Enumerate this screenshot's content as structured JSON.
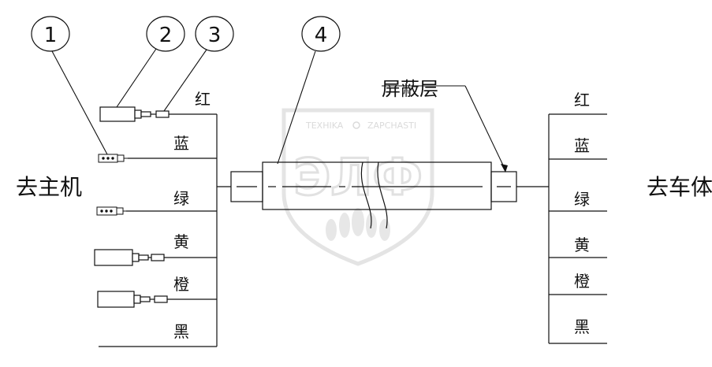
{
  "callouts": [
    "1",
    "2",
    "3",
    "4"
  ],
  "shield_label": "屏蔽层",
  "left_label": "去主机",
  "right_label": "去车体",
  "left_wires": [
    "红",
    "蓝",
    "绿",
    "黄",
    "橙",
    "黑"
  ],
  "right_wires": [
    "红",
    "蓝",
    "绿",
    "黄",
    "橙",
    "黑"
  ],
  "watermark": {
    "top_left": "TEXHIKA",
    "top_right": "ZAPCHASTI",
    "main": "ЭЛФ"
  },
  "colors": {
    "line": "#111111",
    "watermark": "#d9d9d9"
  }
}
